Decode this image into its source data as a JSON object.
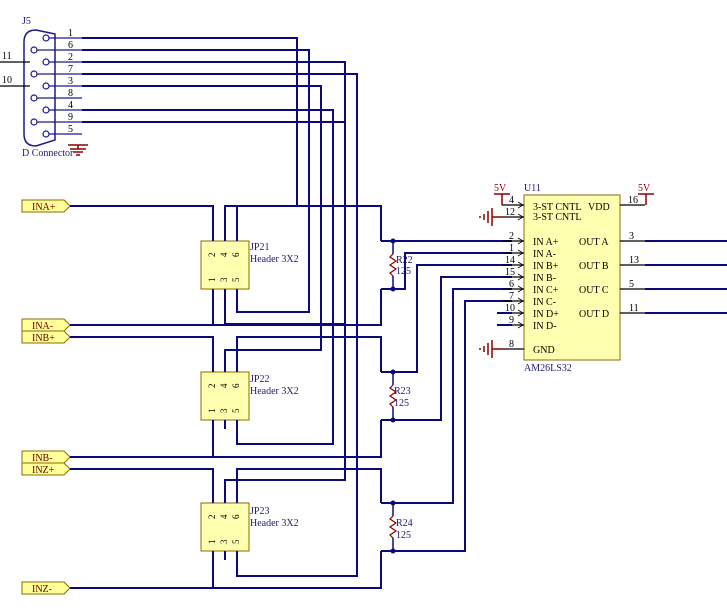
{
  "connector": {
    "ref": "J5",
    "name": "D Connector",
    "left_pins": [
      "11",
      "10"
    ],
    "pins": [
      "1",
      "6",
      "2",
      "7",
      "3",
      "8",
      "4",
      "9",
      "5"
    ]
  },
  "ports": [
    "INA+",
    "INA-",
    "INB+",
    "INB-",
    "INZ+",
    "INZ-"
  ],
  "headers": [
    {
      "ref": "JP21",
      "name": "Header 3X2"
    },
    {
      "ref": "JP22",
      "name": "Header 3X2"
    },
    {
      "ref": "JP23",
      "name": "Header 3X2"
    }
  ],
  "header_pins": [
    "2",
    "4",
    "6",
    "1",
    "3",
    "5"
  ],
  "resistors": [
    {
      "ref": "R22",
      "value": "125"
    },
    {
      "ref": "R23",
      "value": "125"
    },
    {
      "ref": "R24",
      "value": "125"
    }
  ],
  "ic": {
    "ref": "U11",
    "part": "AM26LS32",
    "pins_left": [
      {
        "num": "4",
        "name": "3-ST CNTL"
      },
      {
        "num": "12",
        "name": "3-ST CNTL"
      },
      {
        "num": "2",
        "name": "IN A+"
      },
      {
        "num": "1",
        "name": "IN A-"
      },
      {
        "num": "14",
        "name": "IN B+"
      },
      {
        "num": "15",
        "name": "IN B-"
      },
      {
        "num": "6",
        "name": "IN C+"
      },
      {
        "num": "7",
        "name": "IN C-"
      },
      {
        "num": "10",
        "name": "IN D+"
      },
      {
        "num": "9",
        "name": "IN D-"
      },
      {
        "num": "8",
        "name": "GND"
      }
    ],
    "vdd": "VDD",
    "vdd_pin": "16",
    "pins_right": [
      {
        "num": "3",
        "name": "OUT A"
      },
      {
        "num": "13",
        "name": "OUT B"
      },
      {
        "num": "5",
        "name": "OUT C"
      },
      {
        "num": "11",
        "name": "OUT D"
      }
    ],
    "supply": "5V"
  }
}
